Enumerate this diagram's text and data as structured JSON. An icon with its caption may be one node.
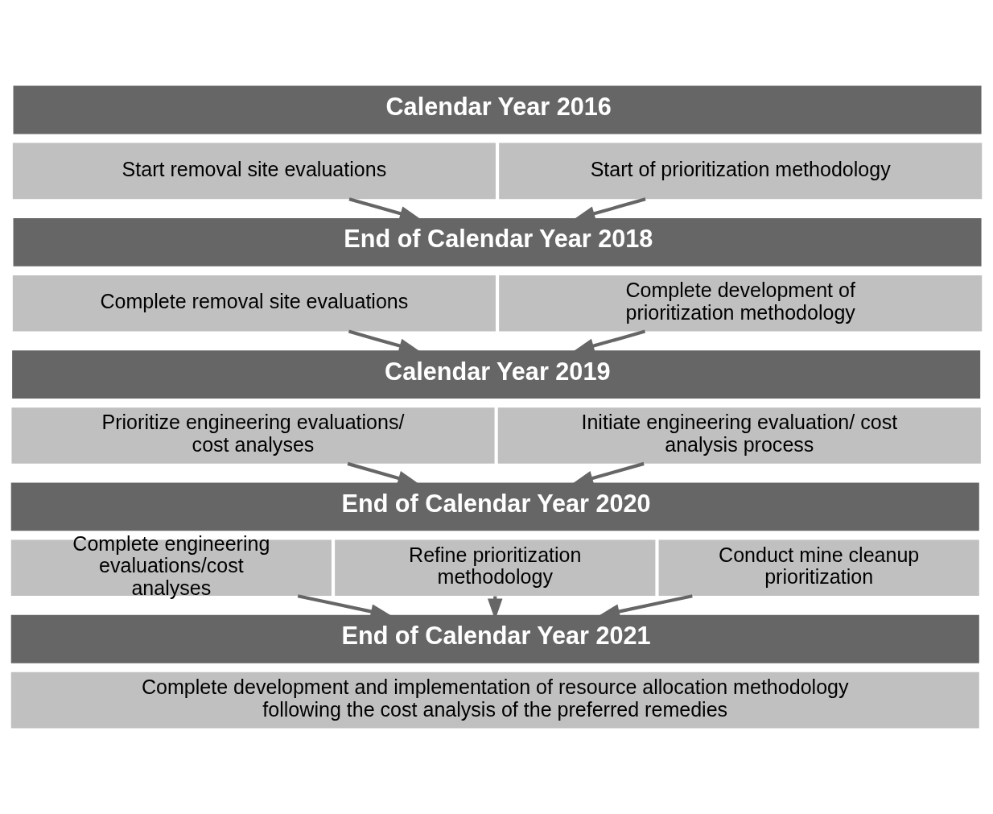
{
  "diagram": {
    "nodes": [
      {
        "text": [
          "Calendar Year 2016"
        ]
      },
      {
        "text": [
          "Start removal site evaluations"
        ]
      },
      {
        "text": [
          "Start of prioritization methodology"
        ]
      },
      {
        "text": [
          "End of Calendar Year 2018"
        ]
      },
      {
        "text": [
          "Complete removal site evaluations"
        ]
      },
      {
        "text": [
          "Complete development of prioritization methodology"
        ]
      },
      {
        "text": [
          "Calendar Year 2019"
        ]
      },
      {
        "text": [
          "Prioritize engineering evaluations/ cost analyses"
        ]
      },
      {
        "text": [
          "Initiate engineering evaluation/ cost analysis process"
        ]
      },
      {
        "text": [
          "End of Calendar Year 2020"
        ]
      },
      {
        "text": [
          "Complete engineering evaluations/cost analyses"
        ]
      },
      {
        "text": [
          "Refine prioritization methodology"
        ]
      },
      {
        "text": [
          "Conduct mine cleanup prioritization"
        ]
      },
      {
        "text": [
          "End of Calendar Year 2021"
        ]
      },
      {
        "text": [
          "Complete development and implementation of resource allocation methodology following the cost analysis of the preferred remedies"
        ]
      }
    ],
    "edges": [
      {
        "from": 1,
        "to": 3,
        "arrow": "to"
      },
      {
        "from": 2,
        "to": 3,
        "arrow": "to"
      },
      {
        "from": 4,
        "to": 6,
        "arrow": "to"
      },
      {
        "from": 5,
        "to": 6,
        "arrow": "to"
      },
      {
        "from": 7,
        "to": 9,
        "arrow": "to"
      },
      {
        "from": 8,
        "to": 9,
        "arrow": "to"
      },
      {
        "from": 10,
        "to": 13,
        "arrow": "to"
      },
      {
        "from": 11,
        "to": 13,
        "arrow": "to"
      },
      {
        "from": 12,
        "to": 13,
        "arrow": "to"
      }
    ]
  }
}
